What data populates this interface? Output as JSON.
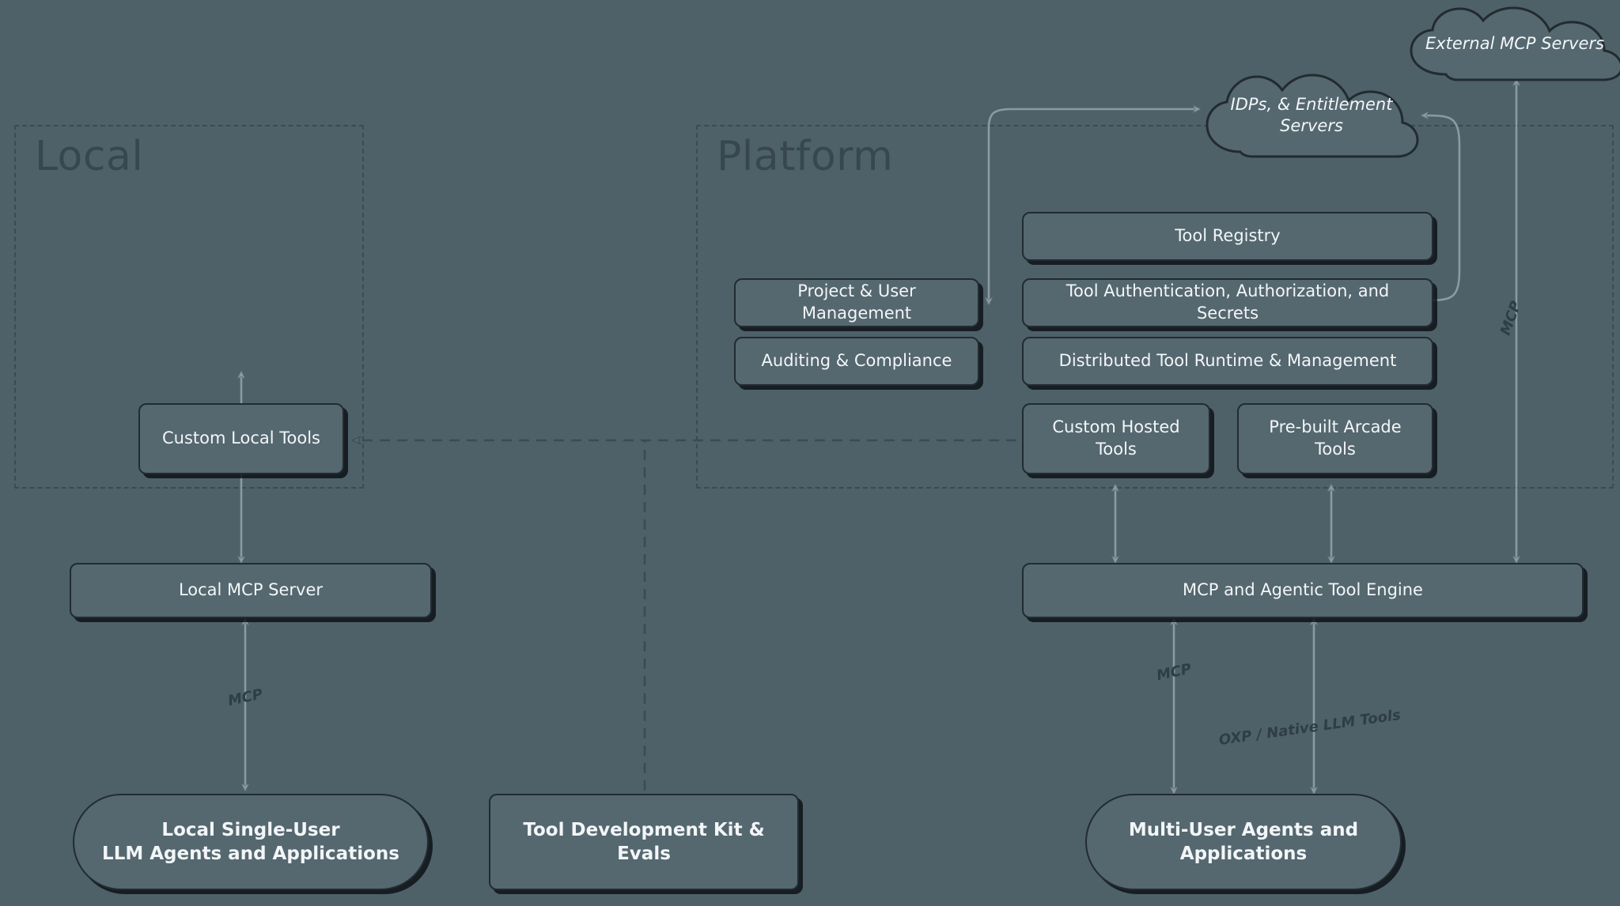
{
  "diagram": {
    "background_color": "#4e6169",
    "node_fill": "#55676f",
    "node_border": "#222b30",
    "node_text": "#f2f6f8",
    "zone_border": "#3b4a54",
    "edge_color": "#8a9aa3",
    "label_color": "#2f3d45"
  },
  "zones": [
    {
      "id": "local",
      "title": "Local"
    },
    {
      "id": "platform",
      "title": "Platform"
    }
  ],
  "clouds": [
    {
      "id": "external-mcp-servers",
      "label": "External MCP Servers"
    },
    {
      "id": "idps-entitlement-servers",
      "label": "IDPs, & Entitlement Servers"
    }
  ],
  "nodes": {
    "custom_local_tools": "Custom Local Tools",
    "local_mcp_server": "Local MCP Server",
    "local_agents": "Local Single-User\nLLM Agents and Applications",
    "local_agents_line1": "Local Single-User",
    "local_agents_line2": "LLM Agents and Applications",
    "tool_dev_kit": "Tool Development Kit & Evals",
    "project_user_management": "Project & User Management",
    "auditing_compliance": "Auditing & Compliance",
    "tool_registry": "Tool Registry",
    "tool_auth": "Tool Authentication, Authorization, and Secrets",
    "distributed_runtime": "Distributed Tool Runtime & Management",
    "custom_hosted_tools": "Custom Hosted Tools",
    "prebuilt_arcade_tools": "Pre-built Arcade Tools",
    "mcp_agentic_engine": "MCP and Agentic Tool Engine",
    "multi_user_agents_line1": "Multi-User Agents and",
    "multi_user_agents_line2": "Applications"
  },
  "edge_labels": {
    "local_mcp": "MCP",
    "platform_mcp": "MCP",
    "external_mcp": "MCP",
    "oxp_native": "OXP / Native LLM Tools"
  }
}
